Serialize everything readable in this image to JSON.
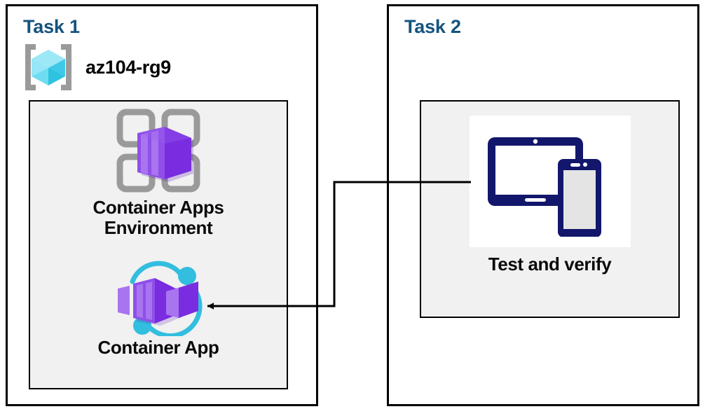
{
  "diagram": {
    "title_color": "#15537f",
    "panels": [
      {
        "id": "task1",
        "title": "Task 1",
        "resource_group": {
          "icon": "azure-resource-group-icon",
          "label": "az104-rg9"
        },
        "nodes": [
          {
            "id": "container-apps-environment",
            "icon": "azure-container-apps-environment-icon",
            "label": "Container Apps\nEnvironment"
          },
          {
            "id": "container-app",
            "icon": "azure-container-app-icon",
            "label": "Container App"
          }
        ]
      },
      {
        "id": "task2",
        "title": "Task 2",
        "nodes": [
          {
            "id": "test-and-verify",
            "icon": "tablet-and-phone-devices-icon",
            "label": "Test and verify"
          }
        ]
      }
    ],
    "connector": {
      "id": "test-to-container-app-arrow",
      "from": "test-and-verify",
      "to": "container-app",
      "style": "elbow-arrow",
      "color": "#000000"
    },
    "colors": {
      "panel_border": "#000000",
      "inner_fill": "#f1f1f1",
      "label_text": "#0a0a0a",
      "purple_dark": "#772ce8",
      "purple_mid": "#8f4fe8",
      "purple_light": "#a974f0",
      "grid_gray": "#9a9a9a",
      "cyan": "#32bede",
      "cube_cyan_light": "#9de8f7",
      "cube_cyan_mid": "#50d8f0",
      "cube_cyan_dark": "#2ec2e0",
      "navy": "#12176b"
    }
  }
}
